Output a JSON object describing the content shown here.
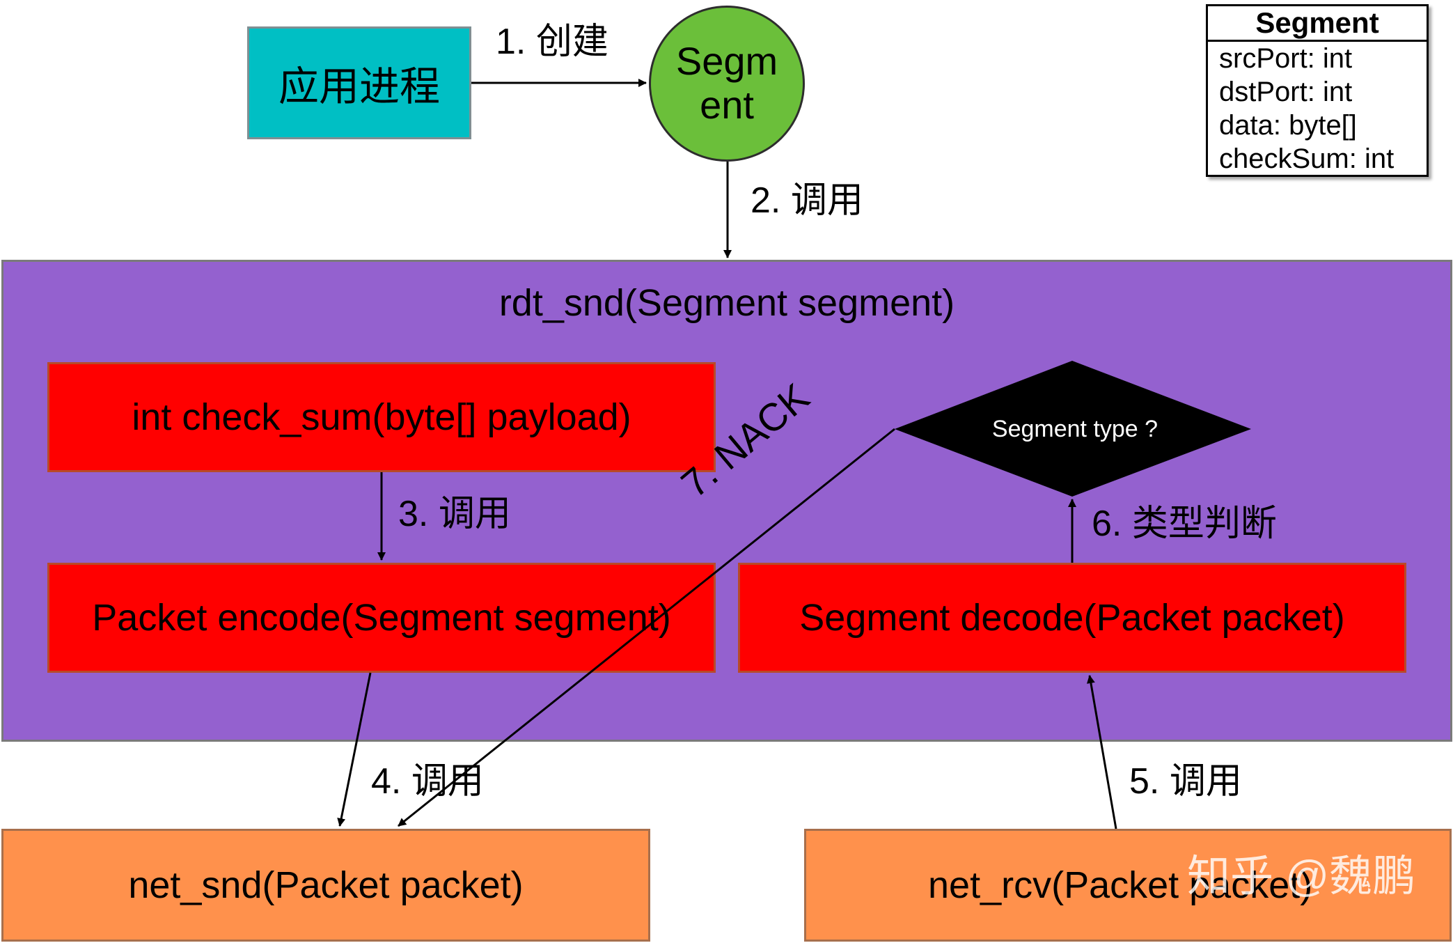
{
  "nodes": {
    "app_process": "应用进程",
    "segment": "Segment",
    "rdt_snd": "rdt_snd(Segment segment)",
    "check_sum": "int check_sum(byte[] payload)",
    "encode": "Packet encode(Segment segment)",
    "decode": "Segment decode(Packet packet)",
    "decision": "Segment type ?",
    "net_snd": "net_snd(Packet packet)",
    "net_rcv": "net_rcv(Packet packet)"
  },
  "edges": {
    "step1": "1. 创建",
    "step2": "2. 调用",
    "step3": "3. 调用",
    "step4": "4. 调用",
    "step5": "5. 调用",
    "step6": "6. 类型判断",
    "step7": "7. NACK"
  },
  "legend": {
    "title": "Segment",
    "fields": [
      "srcPort: int",
      "dstPort: int",
      "data: byte[]",
      "checkSum: int"
    ]
  },
  "watermark": "知乎 @魏鹏",
  "colors": {
    "app_process": "#00bfc4",
    "segment_circle": "#6bbf3a",
    "rdt_container": "#9461cf",
    "function_box": "#ff0000",
    "net_box": "#ff914c",
    "decision": "#000000"
  }
}
